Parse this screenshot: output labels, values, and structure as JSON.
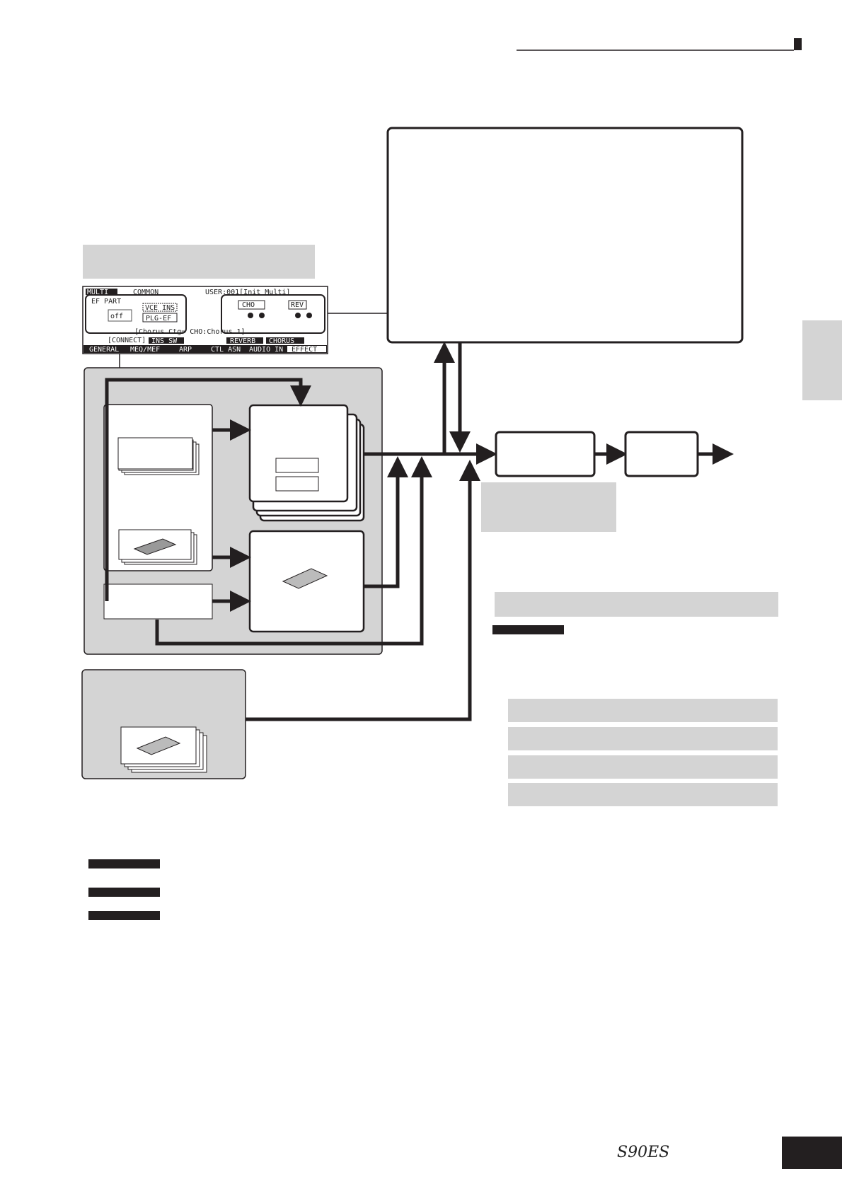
{
  "lcd": {
    "mode": "MULTI",
    "section": "COMMON",
    "title": "USER:001[Init Multi]",
    "ef_part_label": "EF PART",
    "ef_part_value": "off",
    "vce_ins": "VCE INS",
    "plg_ef": "PLG-EF",
    "cho": "CHO",
    "rev": "REV",
    "param_line": "[Chorus Ctg=  CHO:Chorus 1]",
    "buttons": [
      "[CONNECT]",
      "INS SW",
      "REVERB",
      "CHORUS"
    ],
    "tabs": [
      "GENERAL",
      "MEQ/MEF",
      "ARP",
      "CTL ASN",
      "AUDIO IN",
      "EFFECT"
    ]
  },
  "logo": "S90ES",
  "colors": {
    "gray_fill": "#d4d4d4",
    "ink": "#231f20"
  }
}
